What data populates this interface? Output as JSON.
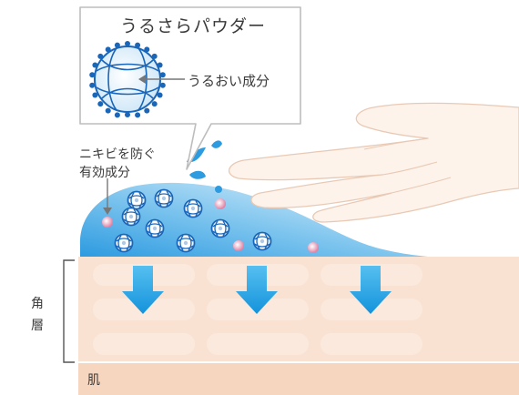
{
  "callout": {
    "title": "うるさらパウダー",
    "label_moisture": "うるおい成分"
  },
  "labels": {
    "acne_line1": "ニキビを防ぐ",
    "acne_line2": "有効成分",
    "stratum_line1": "角",
    "stratum_line2": "層",
    "skin": "肌"
  },
  "colors": {
    "gel_blue": "#2d9be0",
    "gel_light": "#cfeaf8",
    "arrow_blue": "#1f9ee2",
    "powder_blue": "#1a66b8",
    "acne_pink": "#e895b2",
    "skin_tone": "#f8dcc8",
    "cell_tone": "#fbe7da",
    "hand_tone": "#fdf4ed",
    "line_gray": "#b5b5b5"
  },
  "icons": {
    "powder": "powder-sphere-icon",
    "acne": "acne-particle-icon",
    "arrow": "down-arrow-icon",
    "hand": "hand-icon"
  }
}
